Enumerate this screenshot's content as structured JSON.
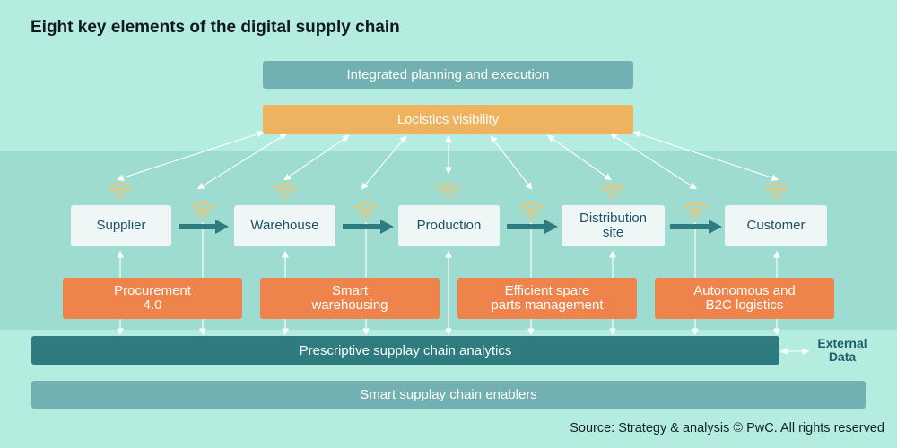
{
  "title": "Eight key elements of the digital supply chain",
  "top_bars": {
    "planning": "Integrated planning and execution",
    "visibility": "Locistics visibility"
  },
  "nodes": [
    {
      "line1": "Supplier",
      "line2": ""
    },
    {
      "line1": "Warehouse",
      "line2": ""
    },
    {
      "line1": "Production",
      "line2": ""
    },
    {
      "line1": "Distribution",
      "line2": "site"
    },
    {
      "line1": "Customer",
      "line2": ""
    }
  ],
  "capabilities": [
    {
      "line1": "Procurement",
      "line2": "4.0"
    },
    {
      "line1": "Smart",
      "line2": "warehousing"
    },
    {
      "line1": "Efficient spare",
      "line2": "parts management"
    },
    {
      "line1": "Autonomous and",
      "line2": "B2C logistics"
    }
  ],
  "bottom_bars": {
    "analytics": "Prescriptive supplay chain analytics",
    "enablers": "Smart supplay chain enablers"
  },
  "external_data": {
    "line1": "External",
    "line2": "Data"
  },
  "source": "Source: Strategy & analysis © PwC. All rights reserved",
  "colors": {
    "background": "#b4ece0",
    "band": "#9edcd2",
    "teal_bar": "#72b0b1",
    "dark_teal": "#2f7c80",
    "gold": "#efb35f",
    "orange": "#ee844c",
    "node_fill": "#eef7f6",
    "node_text": "#1d4f66",
    "wifi": "#f1c66e",
    "flow_arrow": "#2f7c80"
  },
  "icons": [
    "wifi-signal-icon",
    "flow-arrow-icon",
    "bidirectional-arrow-icon"
  ]
}
